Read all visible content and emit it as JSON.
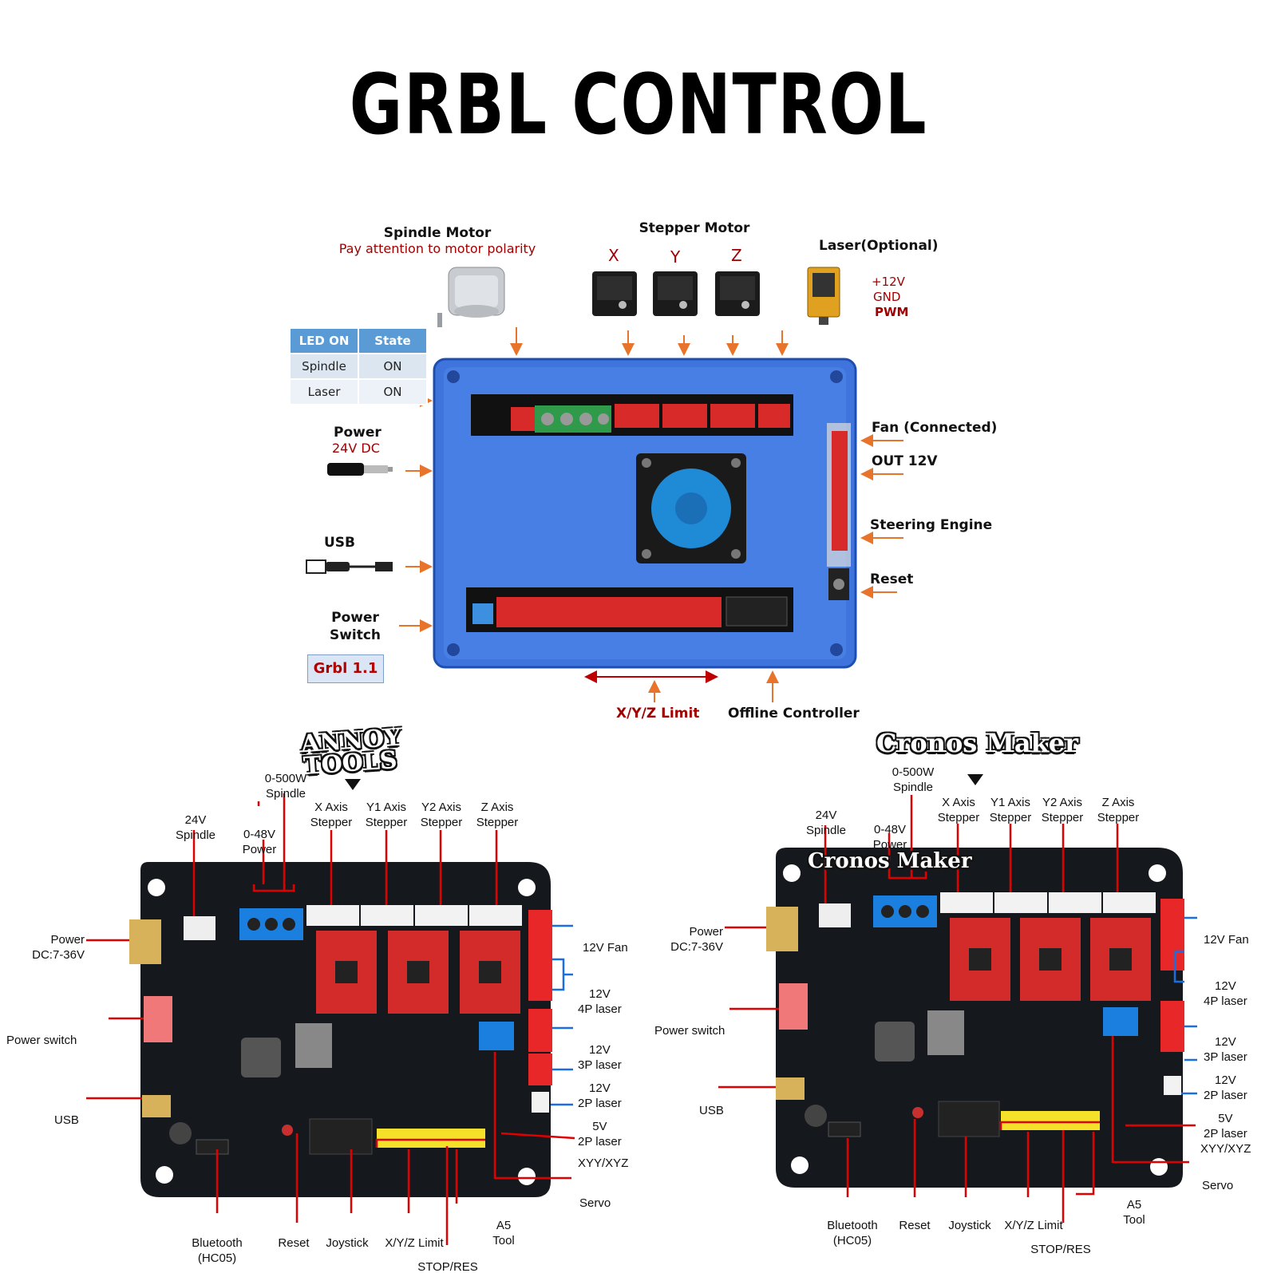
{
  "title": "GRBL CONTROL",
  "top": {
    "spindle_motor": "Spindle Motor",
    "spindle_note": "Pay attention to motor polarity",
    "stepper_motor": "Stepper Motor",
    "axis_x": "X",
    "axis_y": "Y",
    "axis_z": "Z",
    "laser": "Laser(Optional)",
    "laser_12v": "+12V",
    "laser_gnd": "GND",
    "laser_pwm": "PWM",
    "led_header": "LED ON",
    "state_header": "State",
    "led_rows": [
      {
        "name": "Spindle",
        "state": "ON"
      },
      {
        "name": "Laser",
        "state": "ON"
      }
    ],
    "power": "Power",
    "power_note": "24V DC",
    "usb": "USB",
    "power_switch_1": "Power",
    "power_switch_2": "Switch",
    "grbl_version": "Grbl 1.1",
    "fan": "Fan  (Connected)",
    "out12v": "OUT 12V",
    "steering": "Steering Engine",
    "reset": "Reset",
    "limit": "X/Y/Z Limit",
    "offline": "Offline Controller"
  },
  "left_board": {
    "logo_1": "ANNOY",
    "logo_2": "TOOLS",
    "spindle500_1": "0-500W",
    "spindle500_2": "Spindle",
    "spindle24_1": "24V",
    "spindle24_2": "Spindle",
    "power48_1": "0-48V",
    "power48_2": "Power",
    "x_1": "X Axis",
    "x_2": "Stepper",
    "y1_1": "Y1  Axis",
    "y1_2": "Stepper",
    "y2_1": "Y2 Axis",
    "y2_2": "Stepper",
    "z_1": "Z Axis",
    "z_2": "Stepper",
    "power_dc_1": "Power",
    "power_dc_2": "DC:7-36V",
    "power_switch": "Power switch",
    "usb": "USB",
    "fan12": "12V Fan",
    "l4p_1": "12V",
    "l4p_2": "4P laser",
    "l3p_1": "12V",
    "l3p_2": "3P laser",
    "l2p_1": "12V",
    "l2p_2": "2P laser",
    "l5v_1": "5V",
    "l5v_2": "2P laser",
    "xyy": "XYY/XYZ",
    "servo": "Servo",
    "a5_1": "A5",
    "a5_2": "Tool",
    "bt_1": "Bluetooth",
    "bt_2": "(HC05)",
    "reset": "Reset",
    "joystick": "Joystick",
    "limit": "X/Y/Z Limit",
    "stop": "STOP/RES"
  },
  "right_board": {
    "logo": "Cronos Maker",
    "board_logo": "Cronos Maker",
    "spindle500_1": "0-500W",
    "spindle500_2": "Spindle",
    "spindle24_1": "24V",
    "spindle24_2": "Spindle",
    "power48_1": "0-48V",
    "power48_2": "Power",
    "x_1": "X Axis",
    "x_2": "Stepper",
    "y1_1": "Y1  Axis",
    "y1_2": "Stepper",
    "y2_1": "Y2 Axis",
    "y2_2": "Stepper",
    "z_1": "Z Axis",
    "z_2": "Stepper",
    "power_dc_1": "Power",
    "power_dc_2": "DC:7-36V",
    "power_switch": "Power switch",
    "usb": "USB",
    "fan12": "12V Fan",
    "l4p_1": "12V",
    "l4p_2": "4P laser",
    "l3p_1": "12V",
    "l3p_2": "3P laser",
    "l2p_1": "12V",
    "l2p_2": "2P laser",
    "l5v_1": "5V",
    "l5v_2": "2P laser",
    "xyy": "XYY/XYZ",
    "servo": "Servo",
    "a5_1": "A5",
    "a5_2": "Tool",
    "bt_1": "Bluetooth",
    "bt_2": "(HC05)",
    "reset": "Reset",
    "joystick": "Joystick",
    "limit": "X/Y/Z Limit",
    "stop": "STOP/RES"
  },
  "colors": {
    "case_blue": "#3a6fd8",
    "callout_red": "#e00000",
    "callout_blue": "#1a6fe0",
    "arrow_orange": "#e8732a",
    "title_red": "#a00000"
  }
}
